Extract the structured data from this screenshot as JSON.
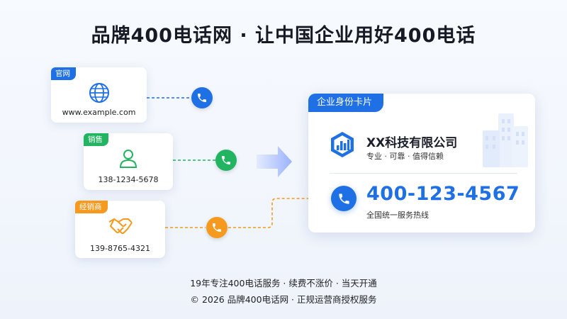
{
  "header": {
    "title": "品牌400电话网 · 让中国企业用好400电话"
  },
  "sources": [
    {
      "tag": "官网",
      "text": "www.example.com",
      "color": "#1f6fe5",
      "icon": "globe-icon"
    },
    {
      "tag": "销售",
      "text": "138-1234-5678",
      "color": "#22b460",
      "icon": "person-icon"
    },
    {
      "tag": "经销商",
      "text": "139-8765-4321",
      "color": "#f59a1f",
      "icon": "handshake-icon"
    }
  ],
  "card": {
    "tag": "企业身份卡片",
    "company": "XX科技有限公司",
    "slogan": "专业 · 可靠 · 值得信赖",
    "hotline": "400-123-4567",
    "hotline_label": "全国统一服务热线",
    "accent": "#1f6fe5"
  },
  "footer": {
    "line1": "19年专注400电话服务 · 续费不涨价 · 当天开通",
    "line2": "© 2026 品牌400电话网 · 正规运营商授权服务"
  }
}
